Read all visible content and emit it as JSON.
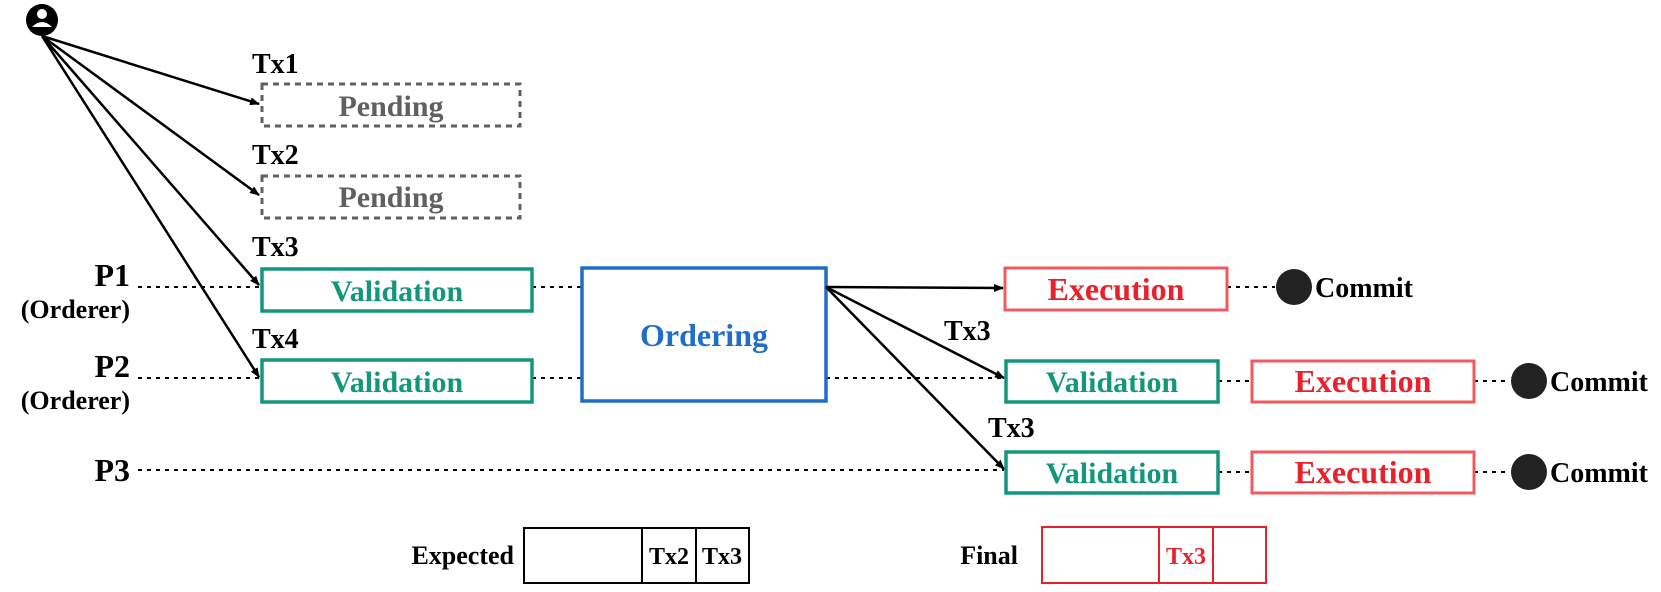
{
  "colors": {
    "black": "#000000",
    "pending": "#606060",
    "validation": "#12977d",
    "ordering": "#1f6ec8",
    "execution": "#e8222c",
    "execution_border": "#f05a5f"
  },
  "user": {
    "icon": "user-icon"
  },
  "transactions": {
    "tx1": "Tx1",
    "tx2": "Tx2",
    "tx3": "Tx3",
    "tx4": "Tx4",
    "tx3_p2": "Tx3",
    "tx3_p3": "Tx3"
  },
  "states": {
    "pending1": "Pending",
    "pending2": "Pending"
  },
  "peers": {
    "p1": {
      "name": "P1",
      "role": "(Orderer)"
    },
    "p2": {
      "name": "P2",
      "role": "(Orderer)"
    },
    "p3": {
      "name": "P3"
    }
  },
  "stages": {
    "validation_p1": "Validation",
    "validation_p2": "Validation",
    "ordering": "Ordering",
    "execution_p1": "Execution",
    "validation_p2_after": "Validation",
    "execution_p2": "Execution",
    "validation_p3": "Validation",
    "execution_p3": "Execution",
    "commit_p1": "Commit",
    "commit_p2": "Commit",
    "commit_p3": "Commit"
  },
  "blocks": {
    "expected": {
      "label": "Expected",
      "cells": [
        "",
        "Tx2",
        "Tx3"
      ]
    },
    "final": {
      "label": "Final",
      "cells": [
        "",
        "Tx3",
        ""
      ]
    }
  }
}
